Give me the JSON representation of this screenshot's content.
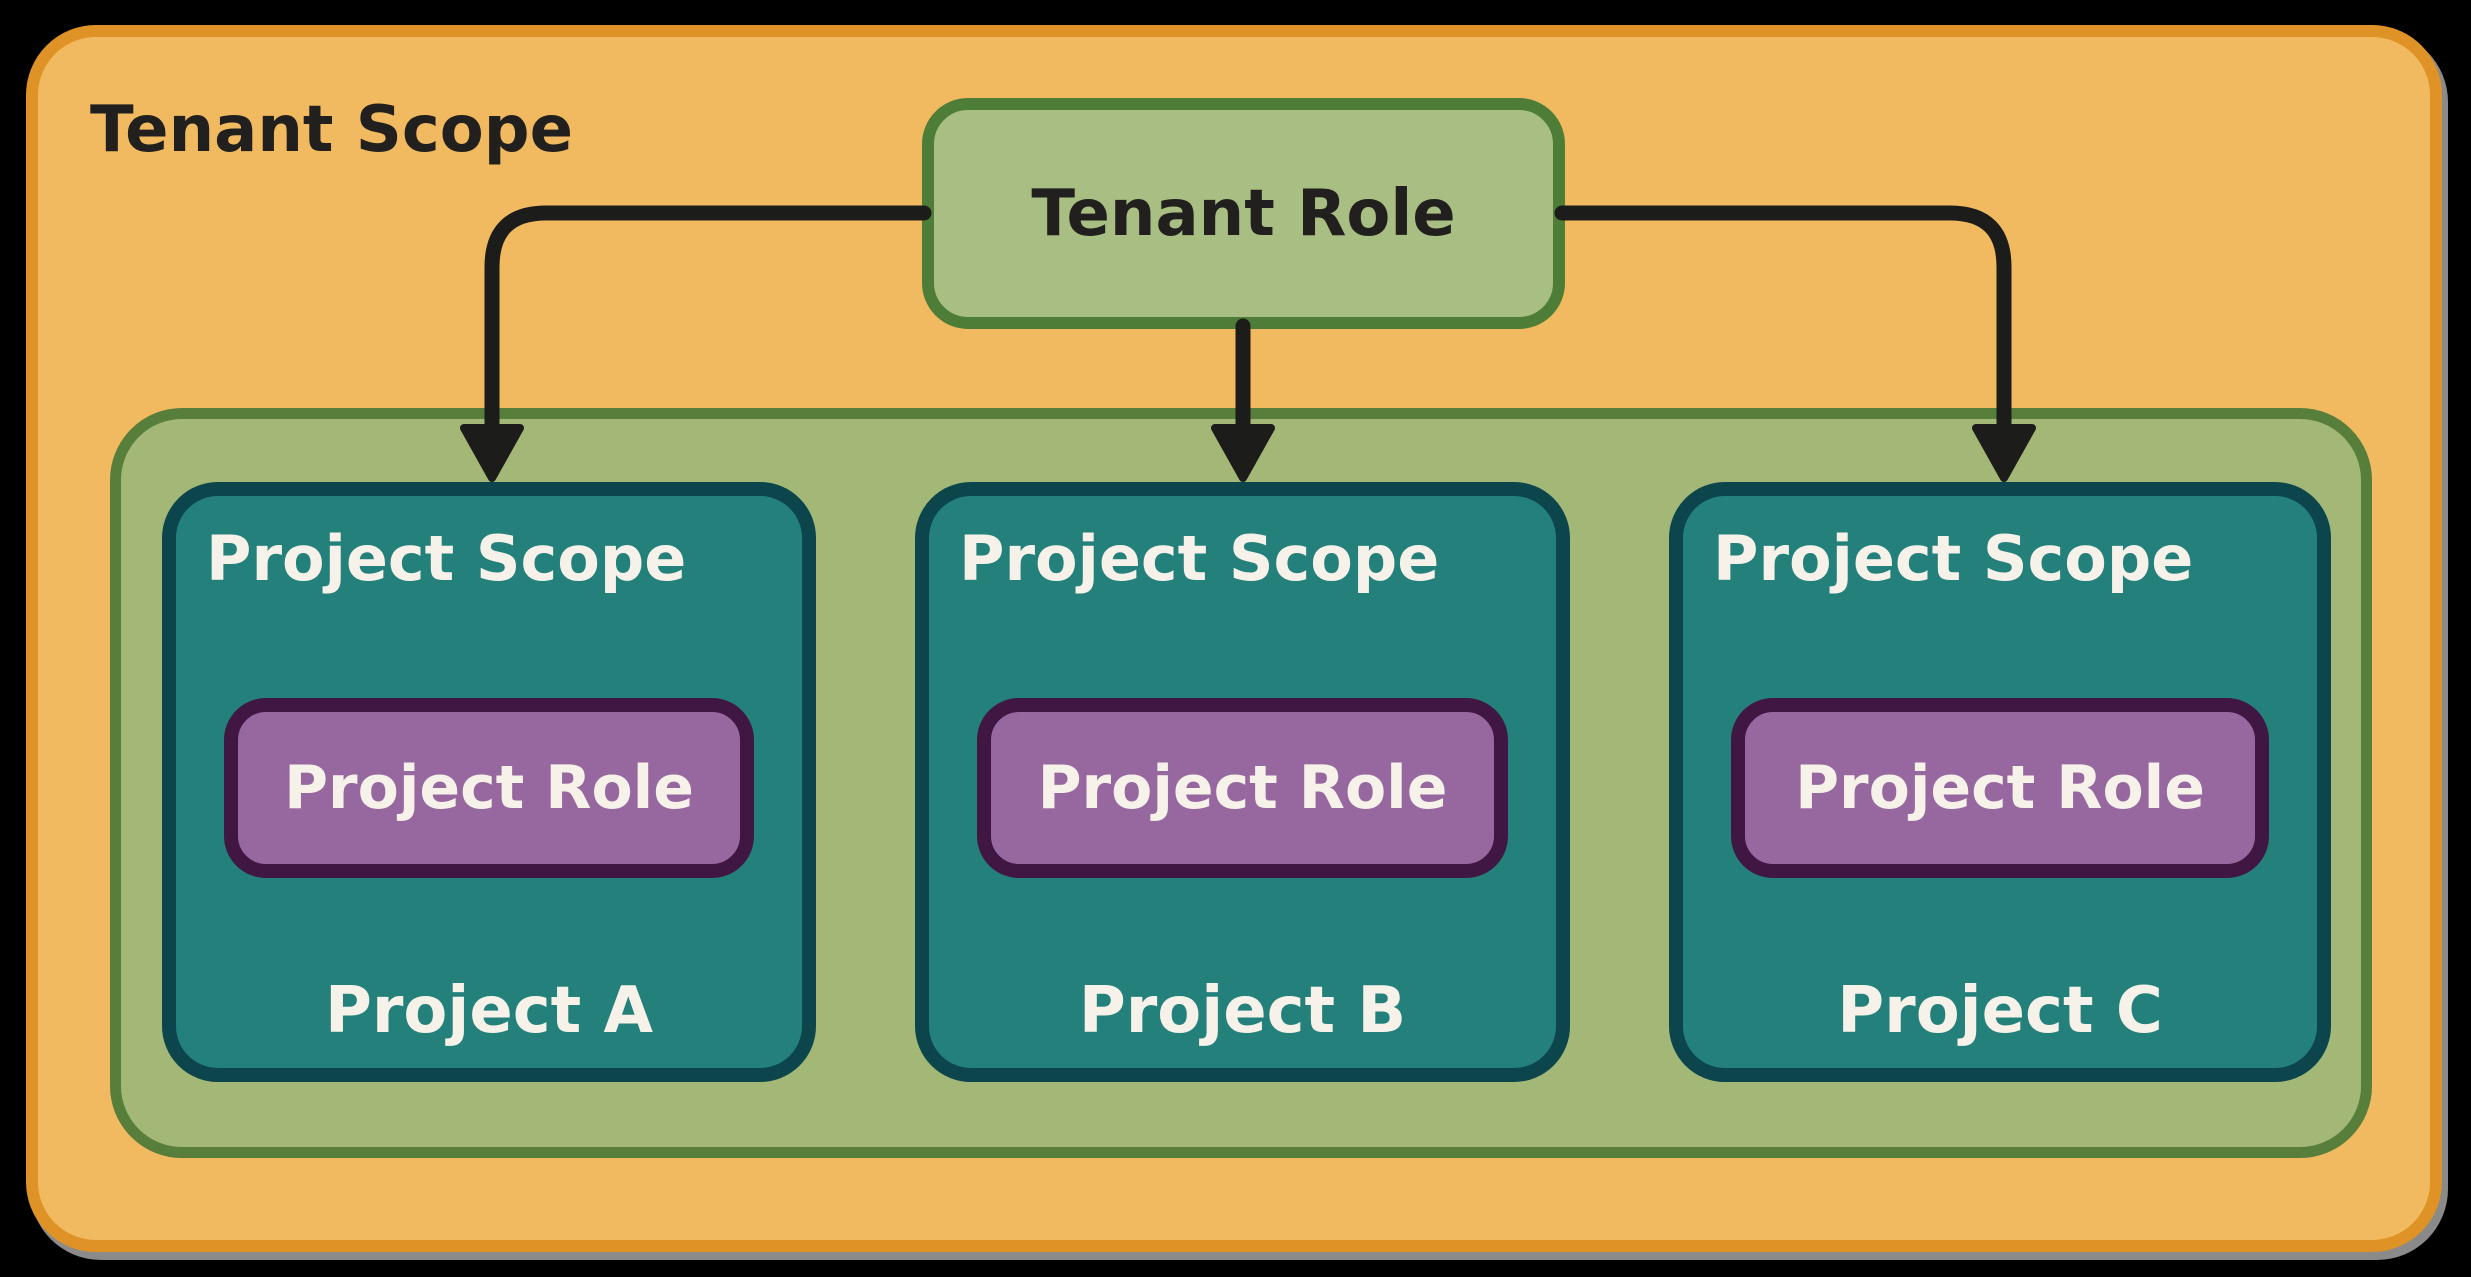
{
  "diagram": {
    "tenant_scope_label": "Tenant Scope",
    "tenant_role_label": "Tenant Role",
    "projects": [
      {
        "scope_label": "Project Scope",
        "role_label": "Project Role",
        "name": "Project A"
      },
      {
        "scope_label": "Project Scope",
        "role_label": "Project Role",
        "name": "Project B"
      },
      {
        "scope_label": "Project Scope",
        "role_label": "Project Role",
        "name": "Project C"
      }
    ],
    "connections": [
      {
        "from": "Tenant Role",
        "to": "Project A"
      },
      {
        "from": "Tenant Role",
        "to": "Project B"
      },
      {
        "from": "Tenant Role",
        "to": "Project C"
      }
    ],
    "colors": {
      "background": "#000000",
      "tenant_fill": "#F2BA60",
      "tenant_border": "#DF9226",
      "container_fill": "#A3B877",
      "container_border": "#587E3C",
      "tenant_role_fill": "#A8BE82",
      "tenant_role_border": "#4E7D38",
      "project_fill": "#23807A",
      "project_border": "#0C454C",
      "project_role_fill": "#97689F",
      "project_role_border": "#3F1742",
      "arrow": "#1C1C1A",
      "text_dark": "#21201E",
      "text_light": "#F6F2E9",
      "shadow": "#8A8A8A"
    }
  }
}
